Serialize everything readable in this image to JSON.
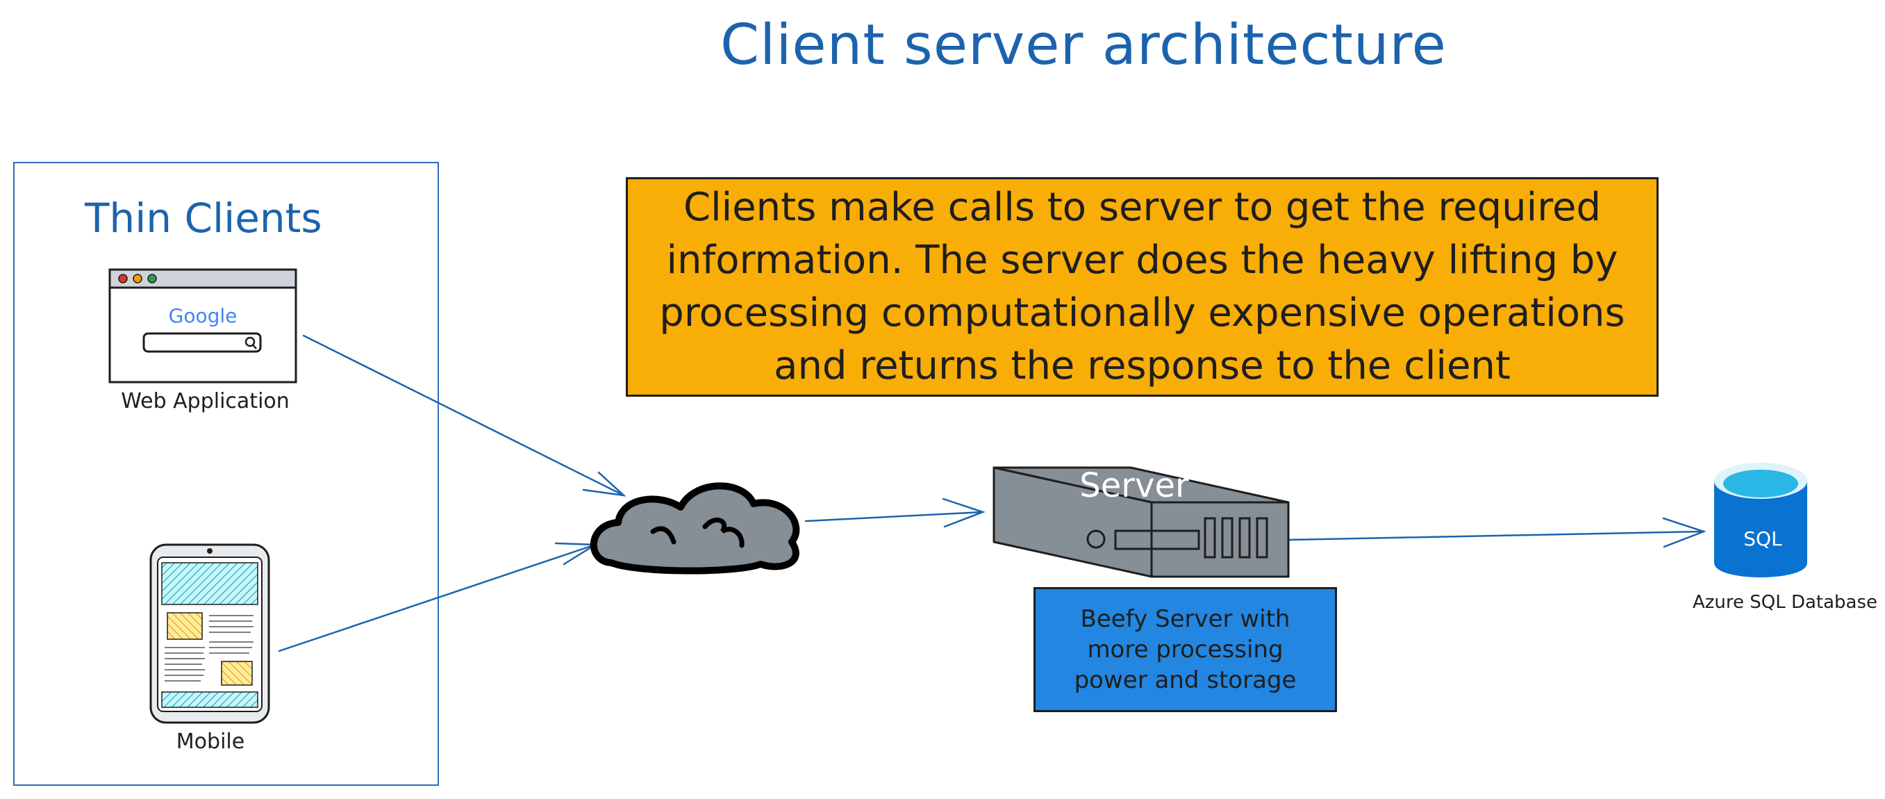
{
  "title": "Client server architecture",
  "thin_clients": {
    "label": "Thin Clients",
    "web_app": {
      "caption": "Web Application",
      "search_brand": "Google"
    },
    "mobile": {
      "caption": "Mobile"
    }
  },
  "note": "Clients make calls to server to get the required information. The server does the heavy lifting by processing computationally expensive operations and returns the response to the client",
  "server": {
    "label": "Server",
    "description": "Beefy Server with more processing power and storage"
  },
  "database": {
    "badge": "SQL",
    "caption": "Azure SQL Database"
  },
  "colors": {
    "accent_blue": "#1c63ad",
    "note_orange": "#f9ad07",
    "server_blue": "#2386e0",
    "cloud_gray": "#868e96",
    "db_blue": "#0a72d1",
    "db_cyan": "#2ab7e6"
  }
}
